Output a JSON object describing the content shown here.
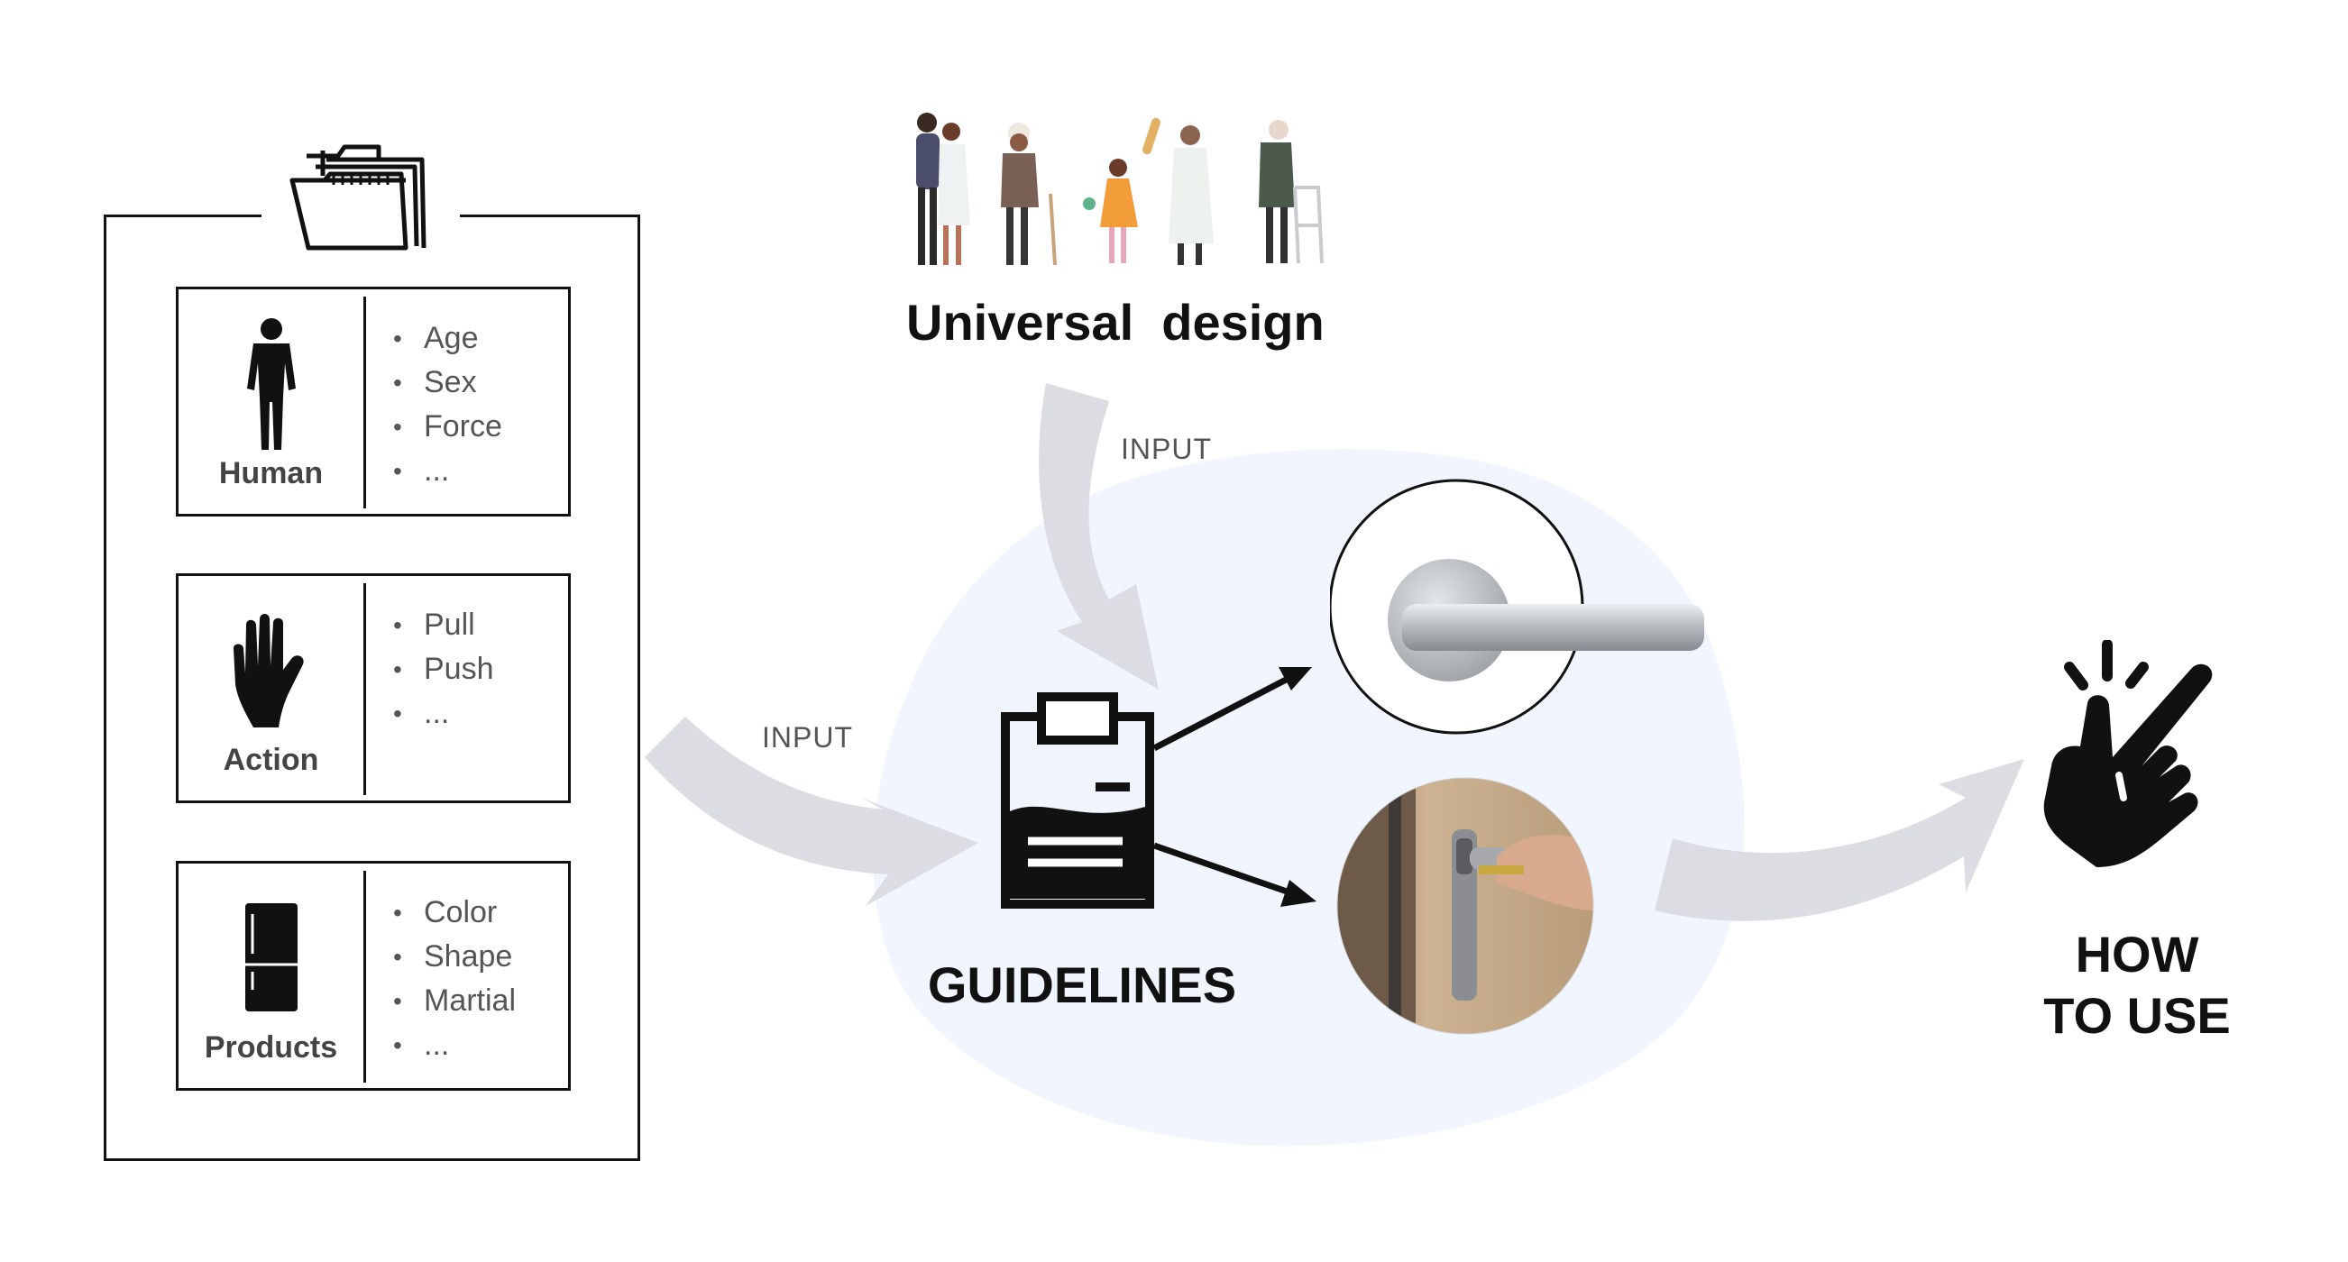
{
  "categories": [
    {
      "label": "Human",
      "icon": "person-silhouette-icon",
      "items": [
        "Age",
        "Sex",
        "Force",
        "..."
      ]
    },
    {
      "label": "Action",
      "icon": "hand-icon",
      "items": [
        "Pull",
        "Push",
        "..."
      ]
    },
    {
      "label": "Products",
      "icon": "refrigerator-icon",
      "items": [
        "Color",
        "Shape",
        "Martial",
        "..."
      ]
    }
  ],
  "universal_design": {
    "title": "Universal  design",
    "illustration": "diverse-people-illustration"
  },
  "arrows": {
    "input_top": "INPUT",
    "input_left": "INPUT"
  },
  "guidelines": {
    "title": "GUIDELINES",
    "icon": "clipboard-document-icon"
  },
  "how_to_use": {
    "line1": "HOW",
    "line2": "TO USE",
    "icon": "tap-gesture-icon"
  },
  "examples": [
    "lever-door-handle-photo",
    "door-lock-key-photo"
  ],
  "colors": {
    "arrow_gray": "#dcdde2",
    "cloud_blue": "#f1f5fd",
    "ink": "#111111"
  }
}
